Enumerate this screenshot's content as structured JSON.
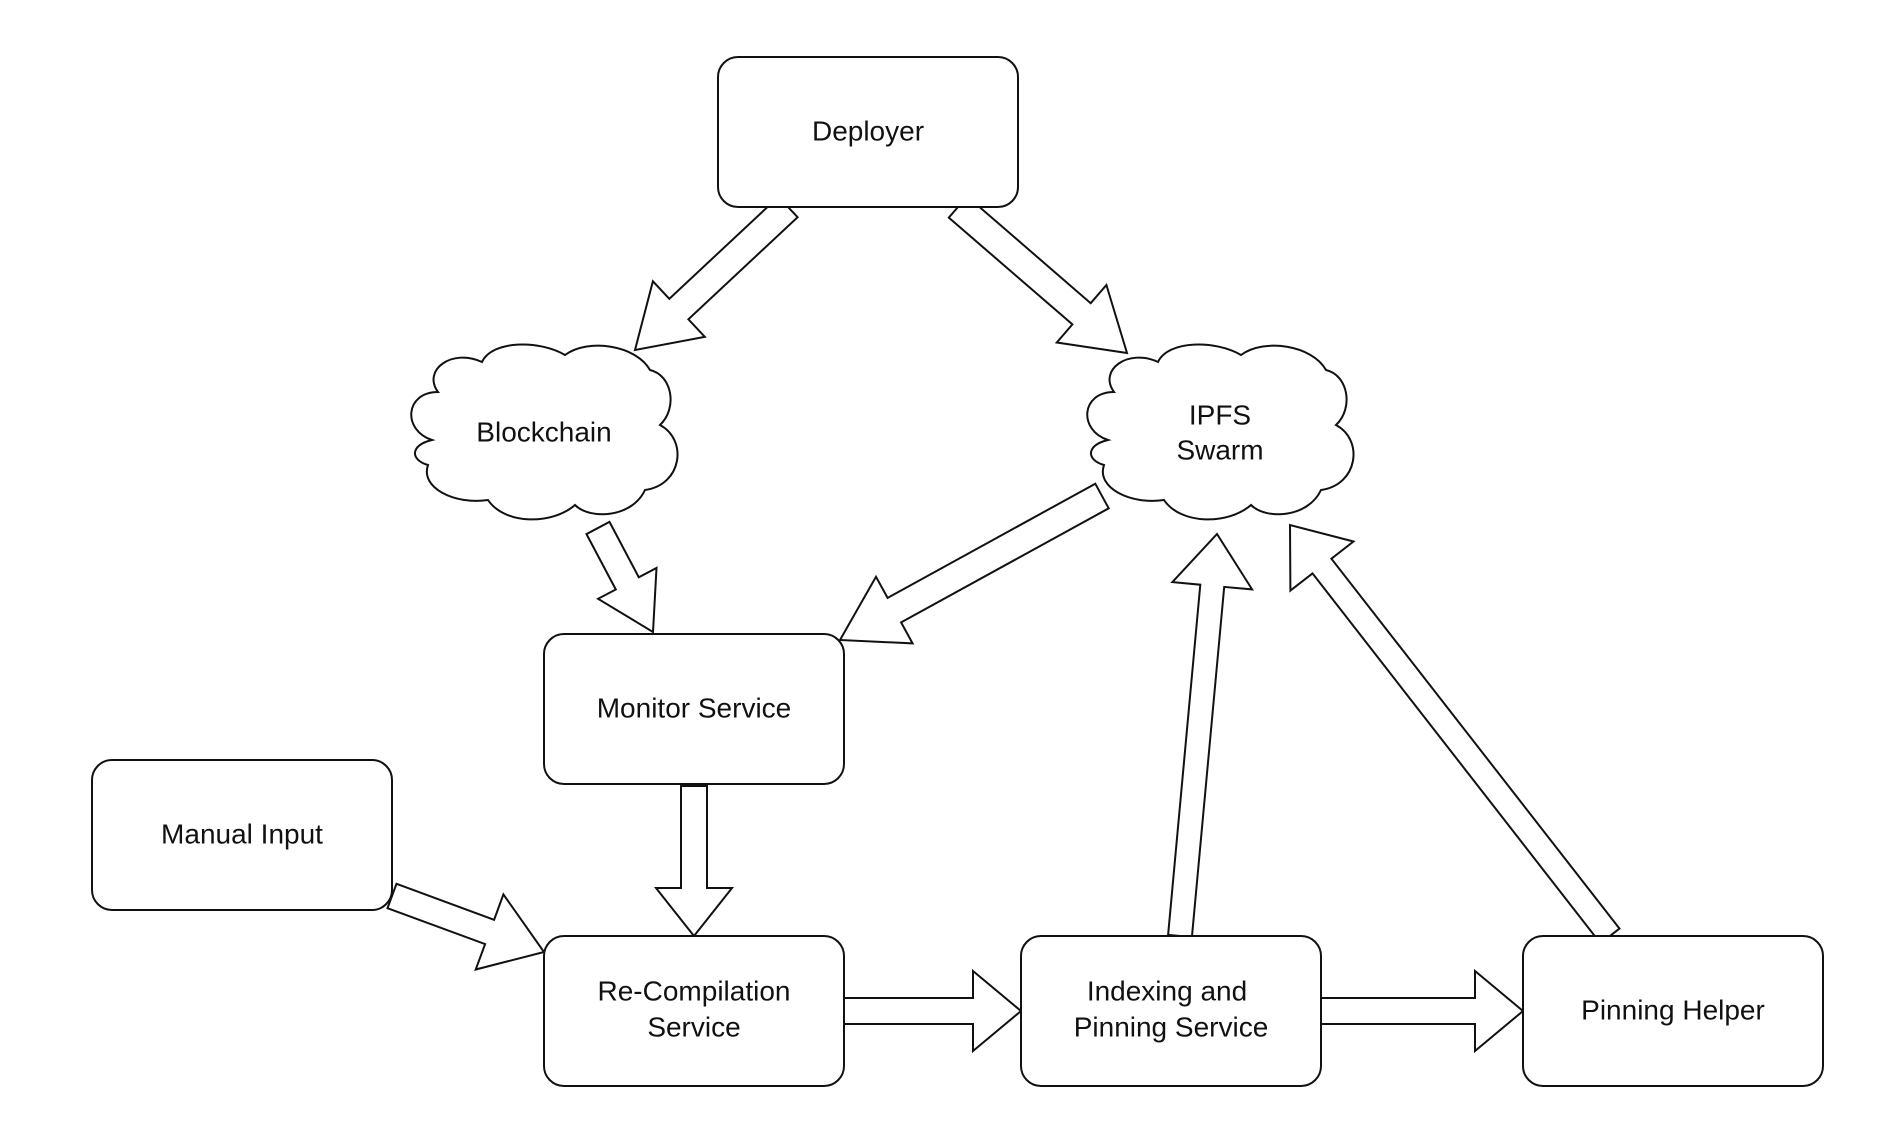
{
  "nodes": {
    "deployer": {
      "label": "Deployer"
    },
    "blockchain": {
      "label": "Blockchain"
    },
    "ipfs_swarm": {
      "label_line1": "IPFS",
      "label_line2": "Swarm"
    },
    "monitor_service": {
      "label": "Monitor Service"
    },
    "manual_input": {
      "label": "Manual Input"
    },
    "recompilation_service": {
      "label_line1": "Re-Compilation",
      "label_line2": "Service"
    },
    "indexing_pinning_service": {
      "label_line1": "Indexing and",
      "label_line2": "Pinning Service"
    },
    "pinning_helper": {
      "label": "Pinning Helper"
    }
  },
  "edges": [
    {
      "from": "Deployer",
      "to": "Blockchain"
    },
    {
      "from": "Deployer",
      "to": "IPFS Swarm"
    },
    {
      "from": "Blockchain",
      "to": "Monitor Service"
    },
    {
      "from": "IPFS Swarm",
      "to": "Monitor Service"
    },
    {
      "from": "Monitor Service",
      "to": "Re-Compilation Service"
    },
    {
      "from": "Manual Input",
      "to": "Re-Compilation Service"
    },
    {
      "from": "Re-Compilation Service",
      "to": "Indexing and Pinning Service"
    },
    {
      "from": "Indexing and Pinning Service",
      "to": "Pinning Helper"
    },
    {
      "from": "Indexing and Pinning Service",
      "to": "IPFS Swarm"
    },
    {
      "from": "Pinning Helper",
      "to": "IPFS Swarm"
    }
  ],
  "colors": {
    "stroke": "#111111",
    "fill": "#ffffff",
    "text": "#111111"
  }
}
